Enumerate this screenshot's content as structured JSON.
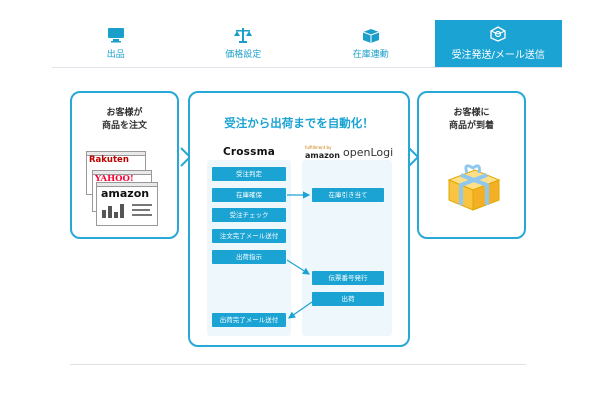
{
  "tabs": [
    {
      "label": "出品",
      "icon": "monitor-icon",
      "active": false
    },
    {
      "label": "価格設定",
      "icon": "scale-icon",
      "active": false
    },
    {
      "label": "在庫連動",
      "icon": "boxes-icon",
      "active": false
    },
    {
      "label": "受注発送/メール送信",
      "icon": "gear-box-icon",
      "active": true
    }
  ],
  "flow": {
    "customer_order": "お客様が\n商品を注文",
    "center_title": "受注から出荷までを自動化！",
    "customer_receive": "お客様に\n商品が到着",
    "marketplaces": [
      "Rakuten",
      "YAHOO!",
      "amazon"
    ],
    "crossma_label": "Crossma",
    "partner_small": "fulfillment by",
    "partner_amazon": "amazon",
    "partner_openlogi": "openLogi",
    "crossma_steps": [
      "受注判定",
      "在庫確保",
      "受注チェック",
      "注文完了メール送付",
      "出荷指示",
      "出荷完了メール送付"
    ],
    "partner_steps": [
      "在庫引き当て",
      "伝票番号発行",
      "出荷"
    ]
  },
  "colors": {
    "accent": "#1aa3d3",
    "border": "#27a8d6",
    "panel": "#eef7fb"
  }
}
